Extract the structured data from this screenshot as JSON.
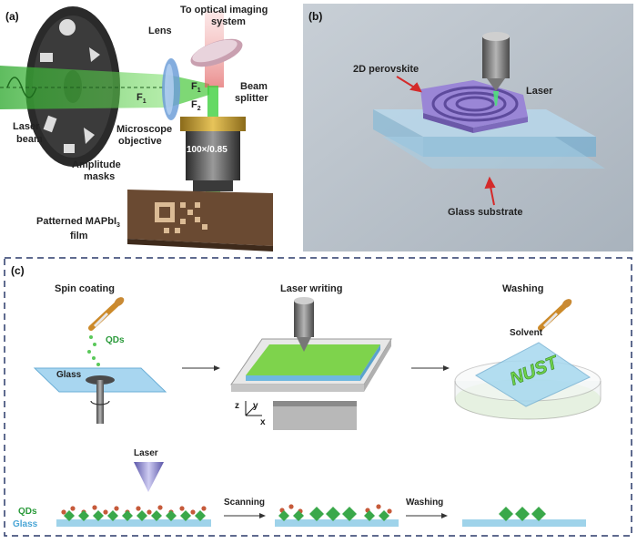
{
  "panel_a": {
    "tag": "(a)",
    "labels": {
      "to_optical_1": "To optical imaging",
      "to_optical_2": "system",
      "lens": "Lens",
      "beam_splitter_1": "Beam",
      "beam_splitter_2": "splitter",
      "f1_left": "F",
      "f1_left_sub": "1",
      "f1_right": "F",
      "f1_right_sub": "1",
      "f2": "F",
      "f2_sub": "2",
      "laser_beam_1": "Laser",
      "laser_beam_2": "beam",
      "microscope_1": "Microscope",
      "microscope_2": "objective",
      "objective_spec": "100×/0.85",
      "amplitude_1": "Amplitude",
      "amplitude_2": "masks",
      "patterned_1": "Patterned MAPbI",
      "patterned_sub": "3",
      "patterned_2": "film"
    }
  },
  "panel_b": {
    "tag": "(b)",
    "labels": {
      "perovskite": "2D perovskite",
      "laser": "Laser",
      "glass_substrate": "Glass substrate"
    }
  },
  "panel_c": {
    "tag": "(c)",
    "steps": {
      "spin": "Spin coating",
      "laser_writing": "Laser writing",
      "washing": "Washing"
    },
    "labels": {
      "qds": "QDs",
      "glass": "Glass",
      "solvent": "Solvent",
      "nust": "NUST",
      "axis_z": "z",
      "axis_y": "y",
      "axis_x": "x",
      "laser": "Laser",
      "qds_bottom": "QDs",
      "glass_bottom": "Glass",
      "scanning": "Scanning",
      "washing_bottom": "Washing"
    }
  },
  "colors": {
    "green_beam": "#3fbf3f",
    "perovskite": "#9a86d6",
    "glass": "#9fd3ea",
    "qd_green": "#3aa84a",
    "border_dash": "#2a3a6a"
  }
}
